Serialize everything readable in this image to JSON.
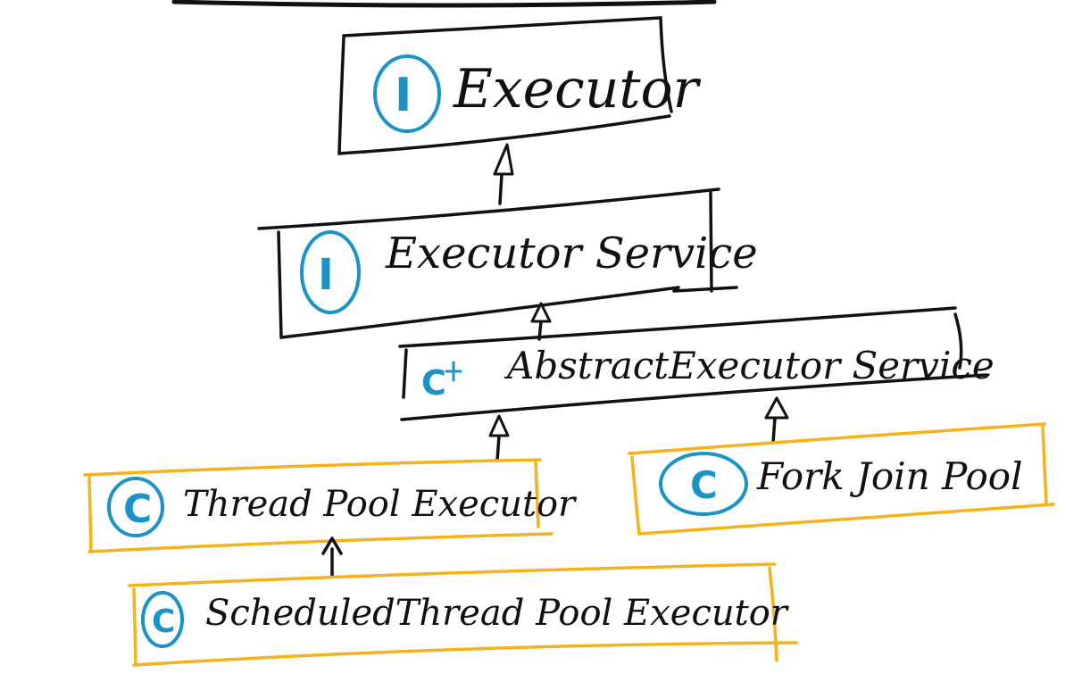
{
  "colors": {
    "ink": "#111111",
    "interface_badge": "#1b93c7",
    "highlight_box": "#f5b21a"
  },
  "nodes": {
    "executor": {
      "badge": "I",
      "label": "Executor"
    },
    "executor_service": {
      "badge": "I",
      "label": "Executor Service"
    },
    "abstract_executor_service": {
      "badge": "C",
      "label": "AbstractExecutor Service"
    },
    "thread_pool_executor": {
      "badge": "C",
      "label": "Thread Pool Executor"
    },
    "fork_join_pool": {
      "badge": "C",
      "label": "Fork Join Pool"
    },
    "scheduled_thread_pool_executor": {
      "badge": "C",
      "label": "ScheduledThread Pool Executor"
    }
  }
}
